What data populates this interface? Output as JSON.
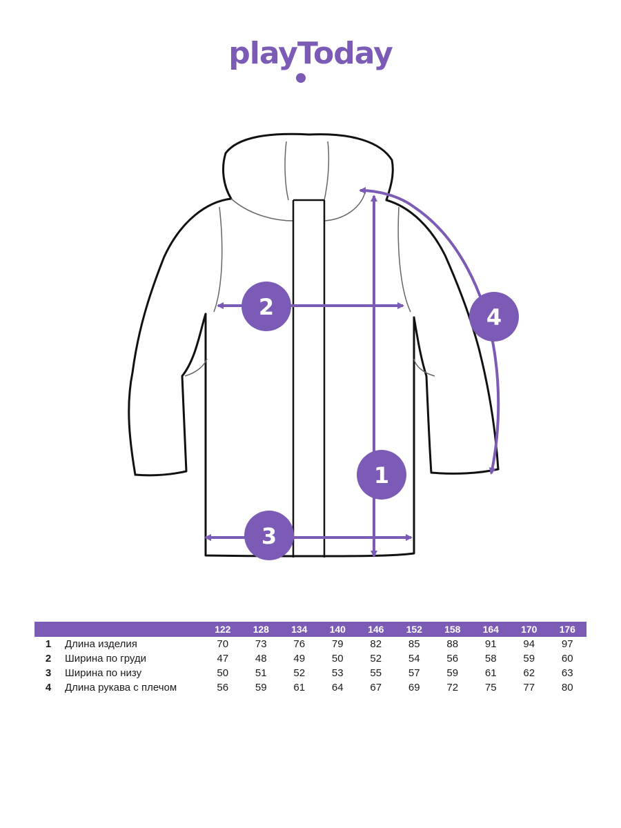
{
  "brand": {
    "logo_text": "playToday",
    "color": "#7b5bb6"
  },
  "diagram": {
    "badges": [
      "1",
      "2",
      "3",
      "4"
    ]
  },
  "size_table": {
    "header_color": "#7b5bb6",
    "sizes": [
      "122",
      "128",
      "134",
      "140",
      "146",
      "152",
      "158",
      "164",
      "170",
      "176"
    ],
    "rows": [
      {
        "num": "1",
        "name": "Длина изделия",
        "values": [
          "70",
          "73",
          "76",
          "79",
          "82",
          "85",
          "88",
          "91",
          "94",
          "97"
        ]
      },
      {
        "num": "2",
        "name": "Ширина по груди",
        "values": [
          "47",
          "48",
          "49",
          "50",
          "52",
          "54",
          "56",
          "58",
          "59",
          "60"
        ]
      },
      {
        "num": "3",
        "name": "Ширина по низу",
        "values": [
          "50",
          "51",
          "52",
          "53",
          "55",
          "57",
          "59",
          "61",
          "62",
          "63"
        ]
      },
      {
        "num": "4",
        "name": "Длина рукава с плечом",
        "values": [
          "56",
          "59",
          "61",
          "64",
          "67",
          "69",
          "72",
          "75",
          "77",
          "80"
        ]
      }
    ]
  }
}
